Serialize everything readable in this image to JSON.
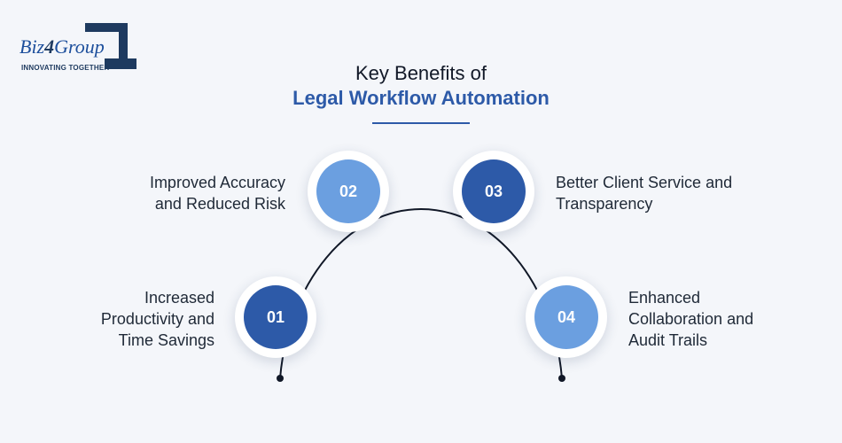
{
  "logo": {
    "word_start": "Biz",
    "word_digit": "4",
    "word_end": "Group",
    "tagline": "INNOVATING TOGETHER"
  },
  "header": {
    "title_line1": "Key Benefits of",
    "title_line2": "Legal Workflow Automation"
  },
  "steps": [
    {
      "number": "01",
      "label_lines": [
        "Increased",
        "Productivity and",
        "Time Savings"
      ],
      "color": "#2d5aa8"
    },
    {
      "number": "02",
      "label_lines": [
        "Improved Accuracy",
        "and Reduced Risk"
      ],
      "color": "#6b9fe0"
    },
    {
      "number": "03",
      "label_lines": [
        "Better Client Service and",
        "Transparency"
      ],
      "color": "#2d5aa8"
    },
    {
      "number": "04",
      "label_lines": [
        "Enhanced",
        "Collaboration and",
        "Audit Trails"
      ],
      "color": "#6b9fe0"
    }
  ]
}
